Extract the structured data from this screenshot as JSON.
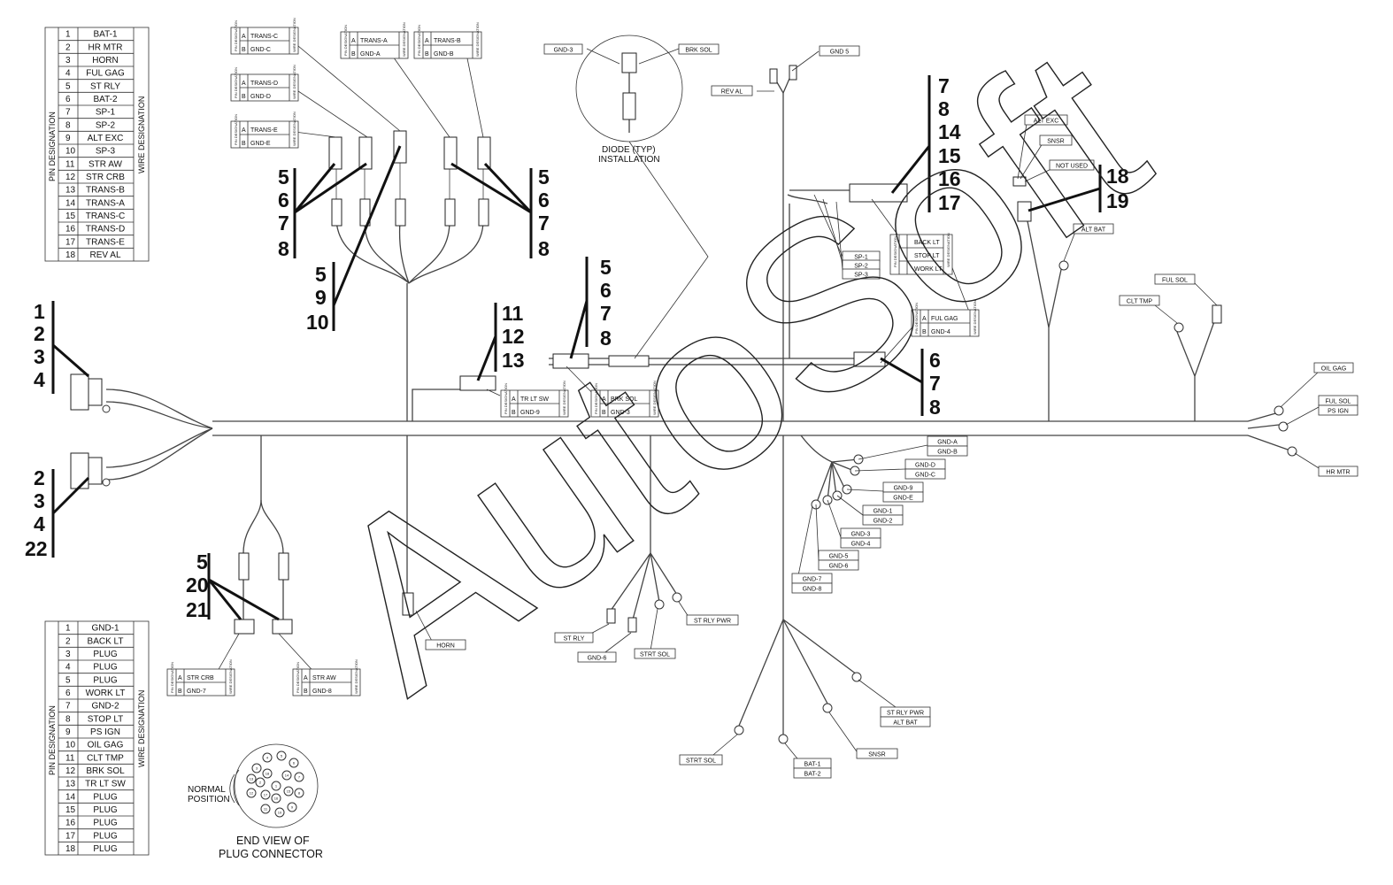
{
  "pin_table_top": {
    "pin_header": "PIN DESIGNATION",
    "wire_header": "WIRE DESIGNATION",
    "rows": [
      {
        "pin": "1",
        "wire": "BAT-1"
      },
      {
        "pin": "2",
        "wire": "HR MTR"
      },
      {
        "pin": "3",
        "wire": "HORN"
      },
      {
        "pin": "4",
        "wire": "FUL GAG"
      },
      {
        "pin": "5",
        "wire": "ST RLY"
      },
      {
        "pin": "6",
        "wire": "BAT-2"
      },
      {
        "pin": "7",
        "wire": "SP-1"
      },
      {
        "pin": "8",
        "wire": "SP-2"
      },
      {
        "pin": "9",
        "wire": "ALT EXC"
      },
      {
        "pin": "10",
        "wire": "SP-3"
      },
      {
        "pin": "11",
        "wire": "STR AW"
      },
      {
        "pin": "12",
        "wire": "STR CRB"
      },
      {
        "pin": "13",
        "wire": "TRANS-B"
      },
      {
        "pin": "14",
        "wire": "TRANS-A"
      },
      {
        "pin": "15",
        "wire": "TRANS-C"
      },
      {
        "pin": "16",
        "wire": "TRANS-D"
      },
      {
        "pin": "17",
        "wire": "TRANS-E"
      },
      {
        "pin": "18",
        "wire": "REV AL"
      }
    ]
  },
  "pin_table_bottom": {
    "pin_header": "PIN DESIGNATION",
    "wire_header": "WIRE DESIGNATION",
    "rows": [
      {
        "pin": "1",
        "wire": "GND-1"
      },
      {
        "pin": "2",
        "wire": "BACK LT"
      },
      {
        "pin": "3",
        "wire": "PLUG"
      },
      {
        "pin": "4",
        "wire": "PLUG"
      },
      {
        "pin": "5",
        "wire": "PLUG"
      },
      {
        "pin": "6",
        "wire": "WORK LT"
      },
      {
        "pin": "7",
        "wire": "GND-2"
      },
      {
        "pin": "8",
        "wire": "STOP LT"
      },
      {
        "pin": "9",
        "wire": "PS IGN"
      },
      {
        "pin": "10",
        "wire": "OIL GAG"
      },
      {
        "pin": "11",
        "wire": "CLT TMP"
      },
      {
        "pin": "12",
        "wire": "BRK SOL"
      },
      {
        "pin": "13",
        "wire": "TR LT SW"
      },
      {
        "pin": "14",
        "wire": "PLUG"
      },
      {
        "pin": "15",
        "wire": "PLUG"
      },
      {
        "pin": "16",
        "wire": "PLUG"
      },
      {
        "pin": "17",
        "wire": "PLUG"
      },
      {
        "pin": "18",
        "wire": "PLUG"
      }
    ]
  },
  "connector_tables": {
    "col_pin": "PIN DESIGNATION",
    "col_wire": "WIRE DESIGNATION",
    "pin_a": "A",
    "pin_b": "B",
    "trans_c": {
      "a": "TRANS-C",
      "b": "GND-C"
    },
    "trans_d": {
      "a": "TRANS-D",
      "b": "GND-D"
    },
    "trans_e": {
      "a": "TRANS-E",
      "b": "GND-E"
    },
    "trans_a": {
      "a": "TRANS-A",
      "b": "GND-A"
    },
    "trans_b": {
      "a": "TRANS-B",
      "b": "GND-B"
    },
    "tr_lt_sw": {
      "a": "TR LT SW",
      "b": "GND-9"
    },
    "brk_sol": {
      "a": "BRK SOL",
      "b": "GND-3"
    },
    "ful_gag": {
      "a": "FUL GAG",
      "b": "GND-4"
    },
    "str_crb": {
      "a": "STR CRB",
      "b": "GND-7"
    },
    "str_aw": {
      "a": "STR AW",
      "b": "GND-8"
    },
    "lights": {
      "a": "BACK LT",
      "b": "STOP LT",
      "c": "WORK LT"
    }
  },
  "labels": {
    "gnd3_top": "GND-3",
    "brk_sol_top": "BRK SOL",
    "gnd5_top": "GND 5",
    "rev_al": "REV AL",
    "diode_l1": "DIODE (TYP)",
    "diode_l2": "INSTALLATION",
    "alt_exc": "ALT EXC",
    "snsr_top": "SNSR",
    "not_used": "NOT USED",
    "alt_bat_top": "ALT BAT",
    "sp1": "SP-1",
    "sp2": "SP-2",
    "sp3": "SP-3",
    "ful_sol": "FUL SOL",
    "clt_tmp": "CLT TMP",
    "oil_gag": "OIL GAG",
    "ful_sol_r": "FUL SOL",
    "ps_ign": "PS IGN",
    "hr_mtr": "HR MTR",
    "gnd_a": "GND-A",
    "gnd_b": "GND-B",
    "gnd_d": "GND-D",
    "gnd_c": "GND-C",
    "gnd_9": "GND-9",
    "gnd_e": "GND-E",
    "gnd_1": "GND-1",
    "gnd_2": "GND-2",
    "gnd_3": "GND-3",
    "gnd_4": "GND-4",
    "gnd_5": "GND-5",
    "gnd_6": "GND-6",
    "gnd_7": "GND-7",
    "gnd_8": "GND-8",
    "horn": "HORN",
    "st_rly": "ST RLY",
    "gnd_6b": "GND-6",
    "strt_sol_mid": "STRT SOL",
    "st_rly_pwr_mid": "ST RLY PWR",
    "st_rly_pwr_low": "ST RLY PWR",
    "alt_bat_low": "ALT BAT",
    "snsr_low": "SNSR",
    "strt_sol_low": "STRT SOL",
    "bat_1": "BAT-1",
    "bat_2": "BAT-2",
    "normal_l1": "NORMAL",
    "normal_l2": "POSITION",
    "end_view_l1": "END VIEW OF",
    "end_view_l2": "PLUG CONNECTOR",
    "watermark": "AutoSoft"
  },
  "callouts": {
    "left_top": [
      "1",
      "2",
      "3",
      "4"
    ],
    "left_bottom": [
      "2",
      "3",
      "4",
      "22"
    ],
    "trans_left": [
      "5",
      "6",
      "7",
      "8"
    ],
    "trans_right": [
      "5",
      "6",
      "7",
      "8"
    ],
    "center_group": [
      "5",
      "9",
      "10"
    ],
    "tr_lt": [
      "11",
      "12",
      "13"
    ],
    "brk": [
      "5",
      "6",
      "7",
      "8"
    ],
    "str": [
      "5",
      "20",
      "21"
    ],
    "lights_group": [
      "7",
      "8",
      "14",
      "15",
      "16",
      "17"
    ],
    "not_used_group": [
      "18",
      "19"
    ],
    "ful_gag_group": [
      "6",
      "7",
      "8"
    ]
  },
  "plug_pins": [
    "1",
    "2",
    "3",
    "4",
    "5",
    "6",
    "7",
    "8",
    "9",
    "10",
    "11",
    "12",
    "13",
    "14",
    "15",
    "16",
    "17",
    "18"
  ]
}
